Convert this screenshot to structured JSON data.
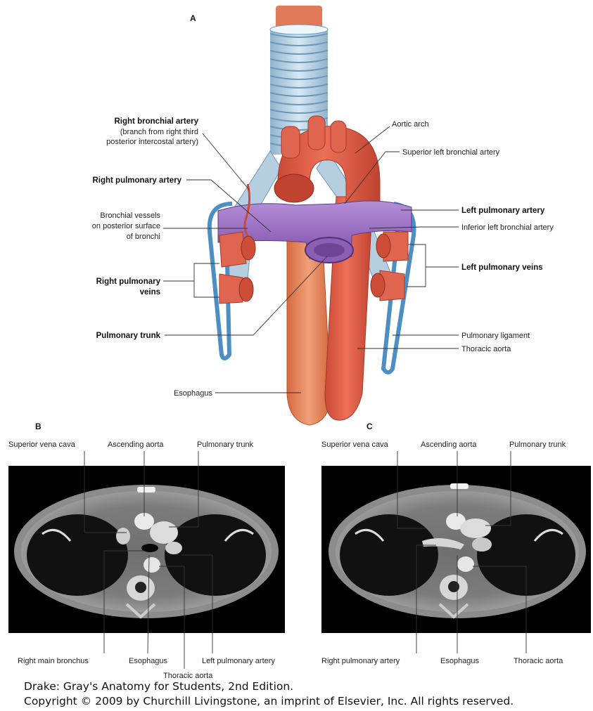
{
  "panels": {
    "a": "A",
    "b": "B",
    "c": "C"
  },
  "panel_a": {
    "right_bronchial_artery": "Right bronchial artery",
    "right_bronchial_artery_note": [
      "(branch from right third",
      "posterior intercostal artery)"
    ],
    "right_pulmonary_artery": "Right pulmonary artery",
    "bronchial_vessels": [
      "Bronchial vessels",
      "on posterior surface",
      "of bronchi"
    ],
    "right_pulmonary_veins": [
      "Right pulmonary",
      "veins"
    ],
    "pulmonary_trunk": "Pulmonary trunk",
    "esophagus": "Esophagus",
    "aortic_arch": "Aortic arch",
    "superior_left_bronchial_artery": "Superior left bronchial artery",
    "left_pulmonary_artery": "Left pulmonary artery",
    "inferior_left_bronchial_artery": "Inferior left bronchial artery",
    "left_pulmonary_veins": "Left pulmonary veins",
    "pulmonary_ligament": "Pulmonary ligament",
    "thoracic_aorta": "Thoracic aorta"
  },
  "panel_b": {
    "superior_vena_cava": "Superior vena cava",
    "ascending_aorta": "Ascending aorta",
    "pulmonary_trunk": "Pulmonary trunk",
    "right_main_bronchus": "Right main bronchus",
    "esophagus": "Esophagus",
    "left_pulmonary_artery": "Left pulmonary artery",
    "thoracic_aorta": "Thoracic aorta"
  },
  "panel_c": {
    "superior_vena_cava": "Superior vena cava",
    "ascending_aorta": "Ascending aorta",
    "pulmonary_trunk": "Pulmonary trunk",
    "right_pulmonary_artery": "Right pulmonary artery",
    "esophagus": "Esophagus",
    "thoracic_aorta": "Thoracic aorta"
  },
  "credit": {
    "line1": "Drake: Gray's Anatomy for Students, 2nd Edition.",
    "line2": "Copyright © 2009 by Churchill Livingstone, an imprint of Elsevier, Inc. All rights reserved."
  },
  "colors": {
    "artery_red": "#e0604a",
    "pulmonary_purple": "#9b72c0",
    "trachea_blue": "#b8d4e6",
    "pleura_blue": "#4d8fc4",
    "esophagus_orange": "#e8845a"
  }
}
